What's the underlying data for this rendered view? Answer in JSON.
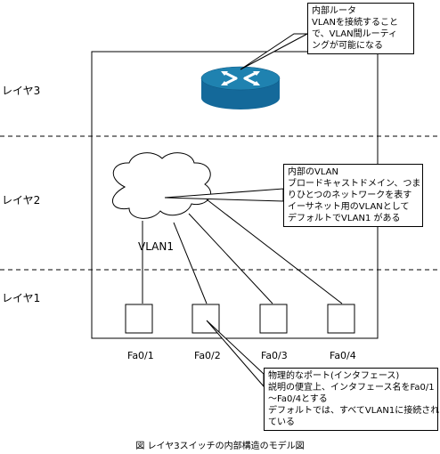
{
  "layers": [
    "レイヤ3",
    "レイヤ2",
    "レイヤ1"
  ],
  "router_callout": [
    "内部ルータ",
    "VLANを接続すること",
    "で、VLAN間ルーティ",
    "ングが可能になる"
  ],
  "vlan_callout": [
    "内部のVLAN",
    "ブロードキャストドメイン、つま",
    "りひとつのネットワークを表す",
    "イーサネット用のVLANとして",
    "デフォルトでVLAN1 がある"
  ],
  "vlan_label": "VLAN1",
  "ports": [
    "Fa0/1",
    "Fa0/2",
    "Fa0/3",
    "Fa0/4"
  ],
  "port_callout": [
    "物理的なポート(インタフェース)",
    "説明の便宜上、インタフェース名をFa0/1",
    "～Fa0/4とする",
    "デフォルトでは、すべてVLAN1に接続され",
    "ている"
  ],
  "caption": "図 レイヤ3スイッチの内部構造のモデル図",
  "colors": {
    "router_top": "#1f82b0",
    "router_side": "#14699a",
    "router_arrow": "#ffffff"
  }
}
